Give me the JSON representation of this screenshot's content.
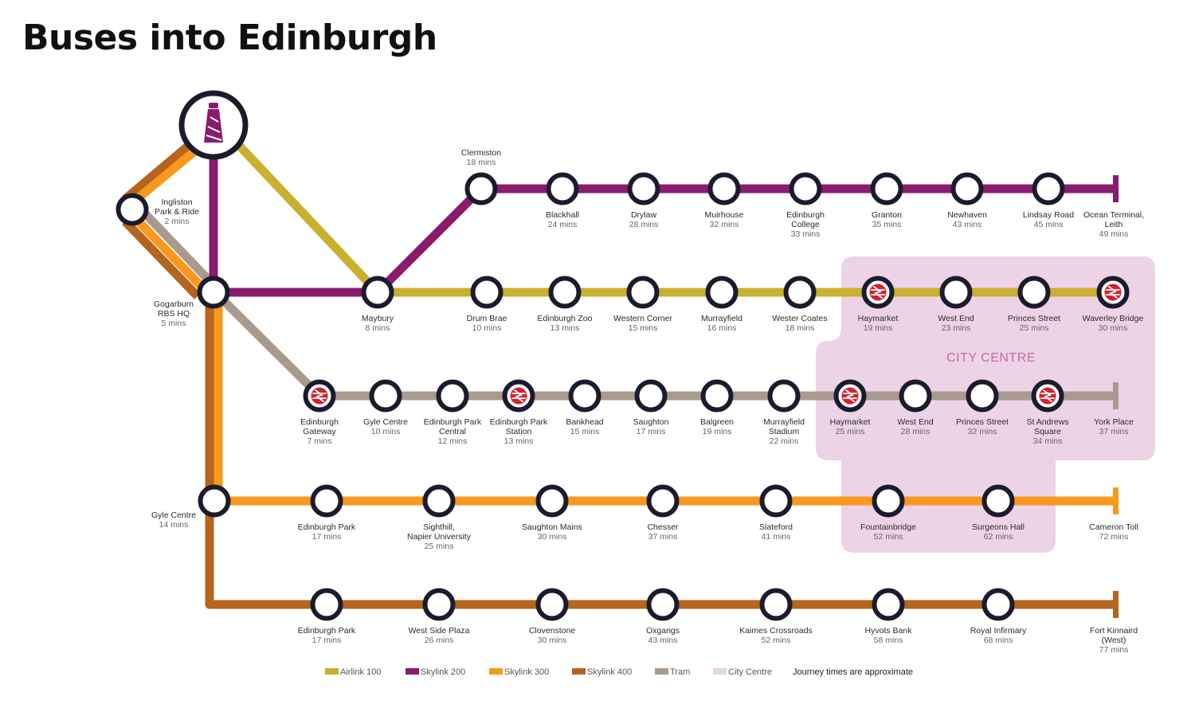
{
  "title": "Buses into Edinburgh",
  "colors": {
    "airlink": "#c9b02f",
    "skylink200": "#8a1c6f",
    "skylink300": "#f8981d",
    "skylink400": "#b5651d",
    "tram": "#a99a8e",
    "city_centre": "#ecd3e6",
    "city_centre_text": "#c86aa8",
    "station_ring": "#1c1b2e",
    "rail_red": "#d5202e"
  },
  "icons": {
    "airport": "airport-tower-icon",
    "rail": "national-rail-icon"
  },
  "city_centre_label": "CITY CENTRE",
  "hubs": [
    {
      "id": "ingliston",
      "lines": [
        "Ingliston",
        "Park & Ride",
        "2 mins"
      ]
    },
    {
      "id": "gogarburn",
      "lines": [
        "Gogarburn",
        "RBS HQ",
        "5 mins"
      ]
    },
    {
      "id": "gyle",
      "lines": [
        "Gyle Centre",
        "14 mins"
      ]
    }
  ],
  "routes": [
    {
      "id": "skylink200",
      "stops": [
        {
          "lines": [
            "Clermiston",
            "18 mins"
          ]
        },
        {
          "lines": [
            "Blackhall",
            "24 mins"
          ]
        },
        {
          "lines": [
            "Drylaw",
            "28 mins"
          ]
        },
        {
          "lines": [
            "Muirhouse",
            "32 mins"
          ]
        },
        {
          "lines": [
            "Edinburgh",
            "College",
            "33 mins"
          ]
        },
        {
          "lines": [
            "Granton",
            "35 mins"
          ]
        },
        {
          "lines": [
            "Newhaven",
            "43 mins"
          ]
        },
        {
          "lines": [
            "Lindsay Road",
            "45 mins"
          ]
        },
        {
          "lines": [
            "Ocean Terminal,",
            "Leith",
            "49 mins"
          ]
        }
      ]
    },
    {
      "id": "airlink",
      "stops": [
        {
          "lines": [
            "Maybury",
            "8 mins"
          ]
        },
        {
          "lines": [
            "Drum Brae",
            "10 mins"
          ]
        },
        {
          "lines": [
            "Edinburgh Zoo",
            "13 mins"
          ]
        },
        {
          "lines": [
            "Western Corner",
            "15 mins"
          ]
        },
        {
          "lines": [
            "Murrayfield",
            "16 mins"
          ]
        },
        {
          "lines": [
            "Wester Coates",
            "18 mins"
          ]
        },
        {
          "lines": [
            "Haymarket",
            "19 mins"
          ],
          "rail": true
        },
        {
          "lines": [
            "West End",
            "23 mins"
          ]
        },
        {
          "lines": [
            "Princes Street",
            "25 mins"
          ]
        },
        {
          "lines": [
            "Waverley Bridge",
            "30 mins"
          ],
          "rail": true
        }
      ]
    },
    {
      "id": "tram",
      "stops": [
        {
          "lines": [
            "Edinburgh",
            "Gateway",
            "7 mins"
          ],
          "rail": true
        },
        {
          "lines": [
            "Gyle Centre",
            "10 mins"
          ]
        },
        {
          "lines": [
            "Edinburgh Park",
            "Central",
            "12 mins"
          ]
        },
        {
          "lines": [
            "Edinburgh Park",
            "Station",
            "13 mins"
          ],
          "rail": true
        },
        {
          "lines": [
            "Bankhead",
            "15 mins"
          ]
        },
        {
          "lines": [
            "Saughton",
            "17 mins"
          ]
        },
        {
          "lines": [
            "Balgreen",
            "19 mins"
          ]
        },
        {
          "lines": [
            "Murrayfield",
            "Stadium",
            "22 mins"
          ]
        },
        {
          "lines": [
            "Haymarket",
            "25 mins"
          ],
          "rail": true
        },
        {
          "lines": [
            "West End",
            "28 mins"
          ]
        },
        {
          "lines": [
            "Princes Street",
            "32 mins"
          ]
        },
        {
          "lines": [
            "St Andrews",
            "Square",
            "34 mins"
          ],
          "rail": true
        },
        {
          "lines": [
            "York Place",
            "37 mins"
          ]
        }
      ]
    },
    {
      "id": "skylink300",
      "stops": [
        {
          "lines": [
            "Edinburgh Park",
            "17 mins"
          ]
        },
        {
          "lines": [
            "Sighthill,",
            "Napier University",
            "25 mins"
          ]
        },
        {
          "lines": [
            "Saughton Mains",
            "30 mins"
          ]
        },
        {
          "lines": [
            "Chesser",
            "37 mins"
          ]
        },
        {
          "lines": [
            "Slateford",
            "41 mins"
          ]
        },
        {
          "lines": [
            "Fountainbridge",
            "52 mins"
          ]
        },
        {
          "lines": [
            "Surgeons Hall",
            "62 mins"
          ]
        },
        {
          "lines": [
            "Cameron Toll",
            "72 mins"
          ]
        }
      ]
    },
    {
      "id": "skylink400",
      "stops": [
        {
          "lines": [
            "Edinburgh Park",
            "17 mins"
          ]
        },
        {
          "lines": [
            "West Side Plaza",
            "26 mins"
          ]
        },
        {
          "lines": [
            "Clovenstone",
            "30 mins"
          ]
        },
        {
          "lines": [
            "Oxgangs",
            "43 mins"
          ]
        },
        {
          "lines": [
            "Kaimes Crossroads",
            "52 mins"
          ]
        },
        {
          "lines": [
            "Hyvots Bank",
            "58 mins"
          ]
        },
        {
          "lines": [
            "Royal Infirmary",
            "68 mins"
          ]
        },
        {
          "lines": [
            "Fort Kinnaird",
            "(West)",
            "77 mins"
          ]
        }
      ]
    }
  ],
  "legend": {
    "items": [
      {
        "label": "Airlink 100",
        "color_key": "airlink"
      },
      {
        "label": "Skylink 200",
        "color_key": "skylink200"
      },
      {
        "label": "Skylink 300",
        "color_key": "skylink300"
      },
      {
        "label": "Skylink 400",
        "color_key": "skylink400"
      },
      {
        "label": "Tram",
        "color_key": "tram"
      },
      {
        "label": "City Centre",
        "color_key": "city_centre"
      }
    ],
    "note": "Journey times are approximate"
  }
}
